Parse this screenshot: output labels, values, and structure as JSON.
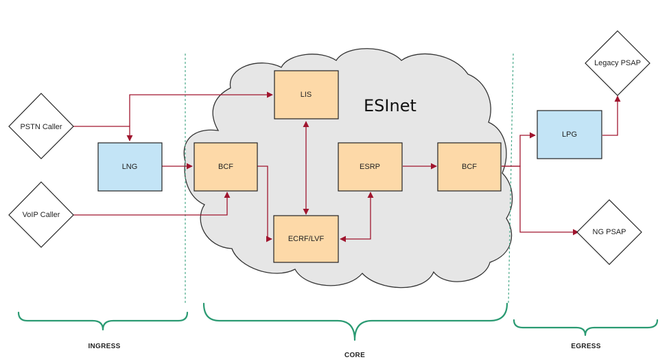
{
  "diagram": {
    "title": "ESInet",
    "nodes": {
      "pstn_caller": "PSTN Caller",
      "voip_caller": "VoIP Caller",
      "lng": "LNG",
      "bcf_ingress": "BCF",
      "lis": "LIS",
      "ecrf_lvf": "ECRF/LVF",
      "esrp": "ESRP",
      "bcf_egress": "BCF",
      "lpg": "LPG",
      "legacy_psap": "Legacy PSAP",
      "ng_psap": "NG PSAP"
    },
    "sections": {
      "ingress": "INGRESS",
      "core": "CORE",
      "egress": "EGRESS"
    }
  },
  "colors": {
    "core_box": "#fdd9a8",
    "gateway_box": "#c3e4f6",
    "edge": "#a0152e",
    "cloud": "#e6e6e6",
    "section_brace": "#2a9a72"
  }
}
